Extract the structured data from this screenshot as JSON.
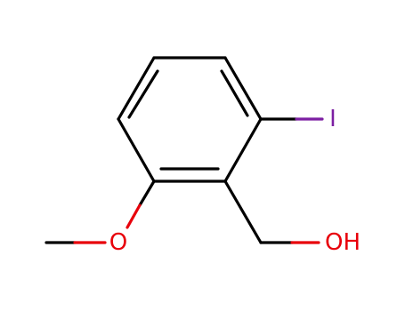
{
  "molecule": {
    "colors": {
      "bond": "#000000",
      "oxygen": "#e8000b",
      "iodine": "#7c1fa2",
      "background": "#ffffff"
    },
    "labels": {
      "iodine": "I",
      "methoxy_oxygen": "O",
      "hydroxyl": "OH"
    }
  }
}
